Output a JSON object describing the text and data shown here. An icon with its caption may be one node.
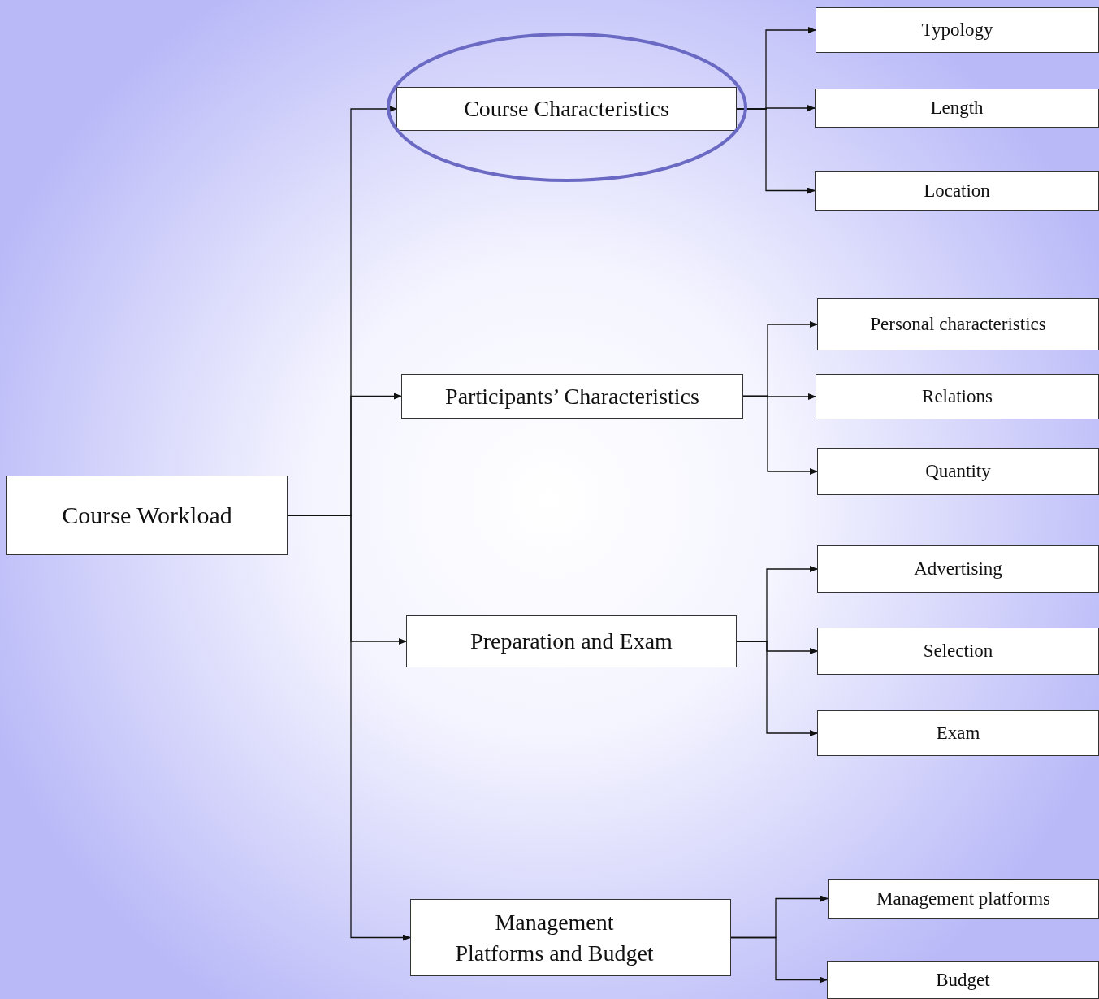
{
  "diagram": {
    "nodes": [
      {
        "text": [
          "Course Workload"
        ]
      },
      {
        "text": [
          "Course Characteristics"
        ]
      },
      {
        "text": [
          "Participants’ Characteristics"
        ]
      },
      {
        "text": [
          "Preparation and Exam"
        ]
      },
      {
        "text": [
          "Management Platforms and Budget"
        ]
      },
      {
        "text": [
          "Typology"
        ]
      },
      {
        "text": [
          "Length"
        ]
      },
      {
        "text": [
          "Location"
        ]
      },
      {
        "text": [
          "Personal characteristics"
        ]
      },
      {
        "text": [
          "Relations"
        ]
      },
      {
        "text": [
          "Quantity"
        ]
      },
      {
        "text": [
          "Advertising"
        ]
      },
      {
        "text": [
          "Selection"
        ]
      },
      {
        "text": [
          "Exam"
        ]
      },
      {
        "text": [
          "Management platforms"
        ]
      },
      {
        "text": [
          "Budget"
        ]
      }
    ],
    "edges": [
      {
        "from": 0,
        "to": 1,
        "arrow": "to"
      },
      {
        "from": 0,
        "to": 2,
        "arrow": "to"
      },
      {
        "from": 0,
        "to": 3,
        "arrow": "to"
      },
      {
        "from": 0,
        "to": 4,
        "arrow": "to"
      },
      {
        "from": 1,
        "to": 5,
        "arrow": "to"
      },
      {
        "from": 1,
        "to": 6,
        "arrow": "to"
      },
      {
        "from": 1,
        "to": 7,
        "arrow": "to"
      },
      {
        "from": 2,
        "to": 8,
        "arrow": "to"
      },
      {
        "from": 2,
        "to": 9,
        "arrow": "to"
      },
      {
        "from": 2,
        "to": 10,
        "arrow": "to"
      },
      {
        "from": 3,
        "to": 11,
        "arrow": "to"
      },
      {
        "from": 3,
        "to": 12,
        "arrow": "to"
      },
      {
        "from": 3,
        "to": 13,
        "arrow": "to"
      },
      {
        "from": 4,
        "to": 14,
        "arrow": "to"
      },
      {
        "from": 4,
        "to": 15,
        "arrow": "to"
      }
    ]
  }
}
